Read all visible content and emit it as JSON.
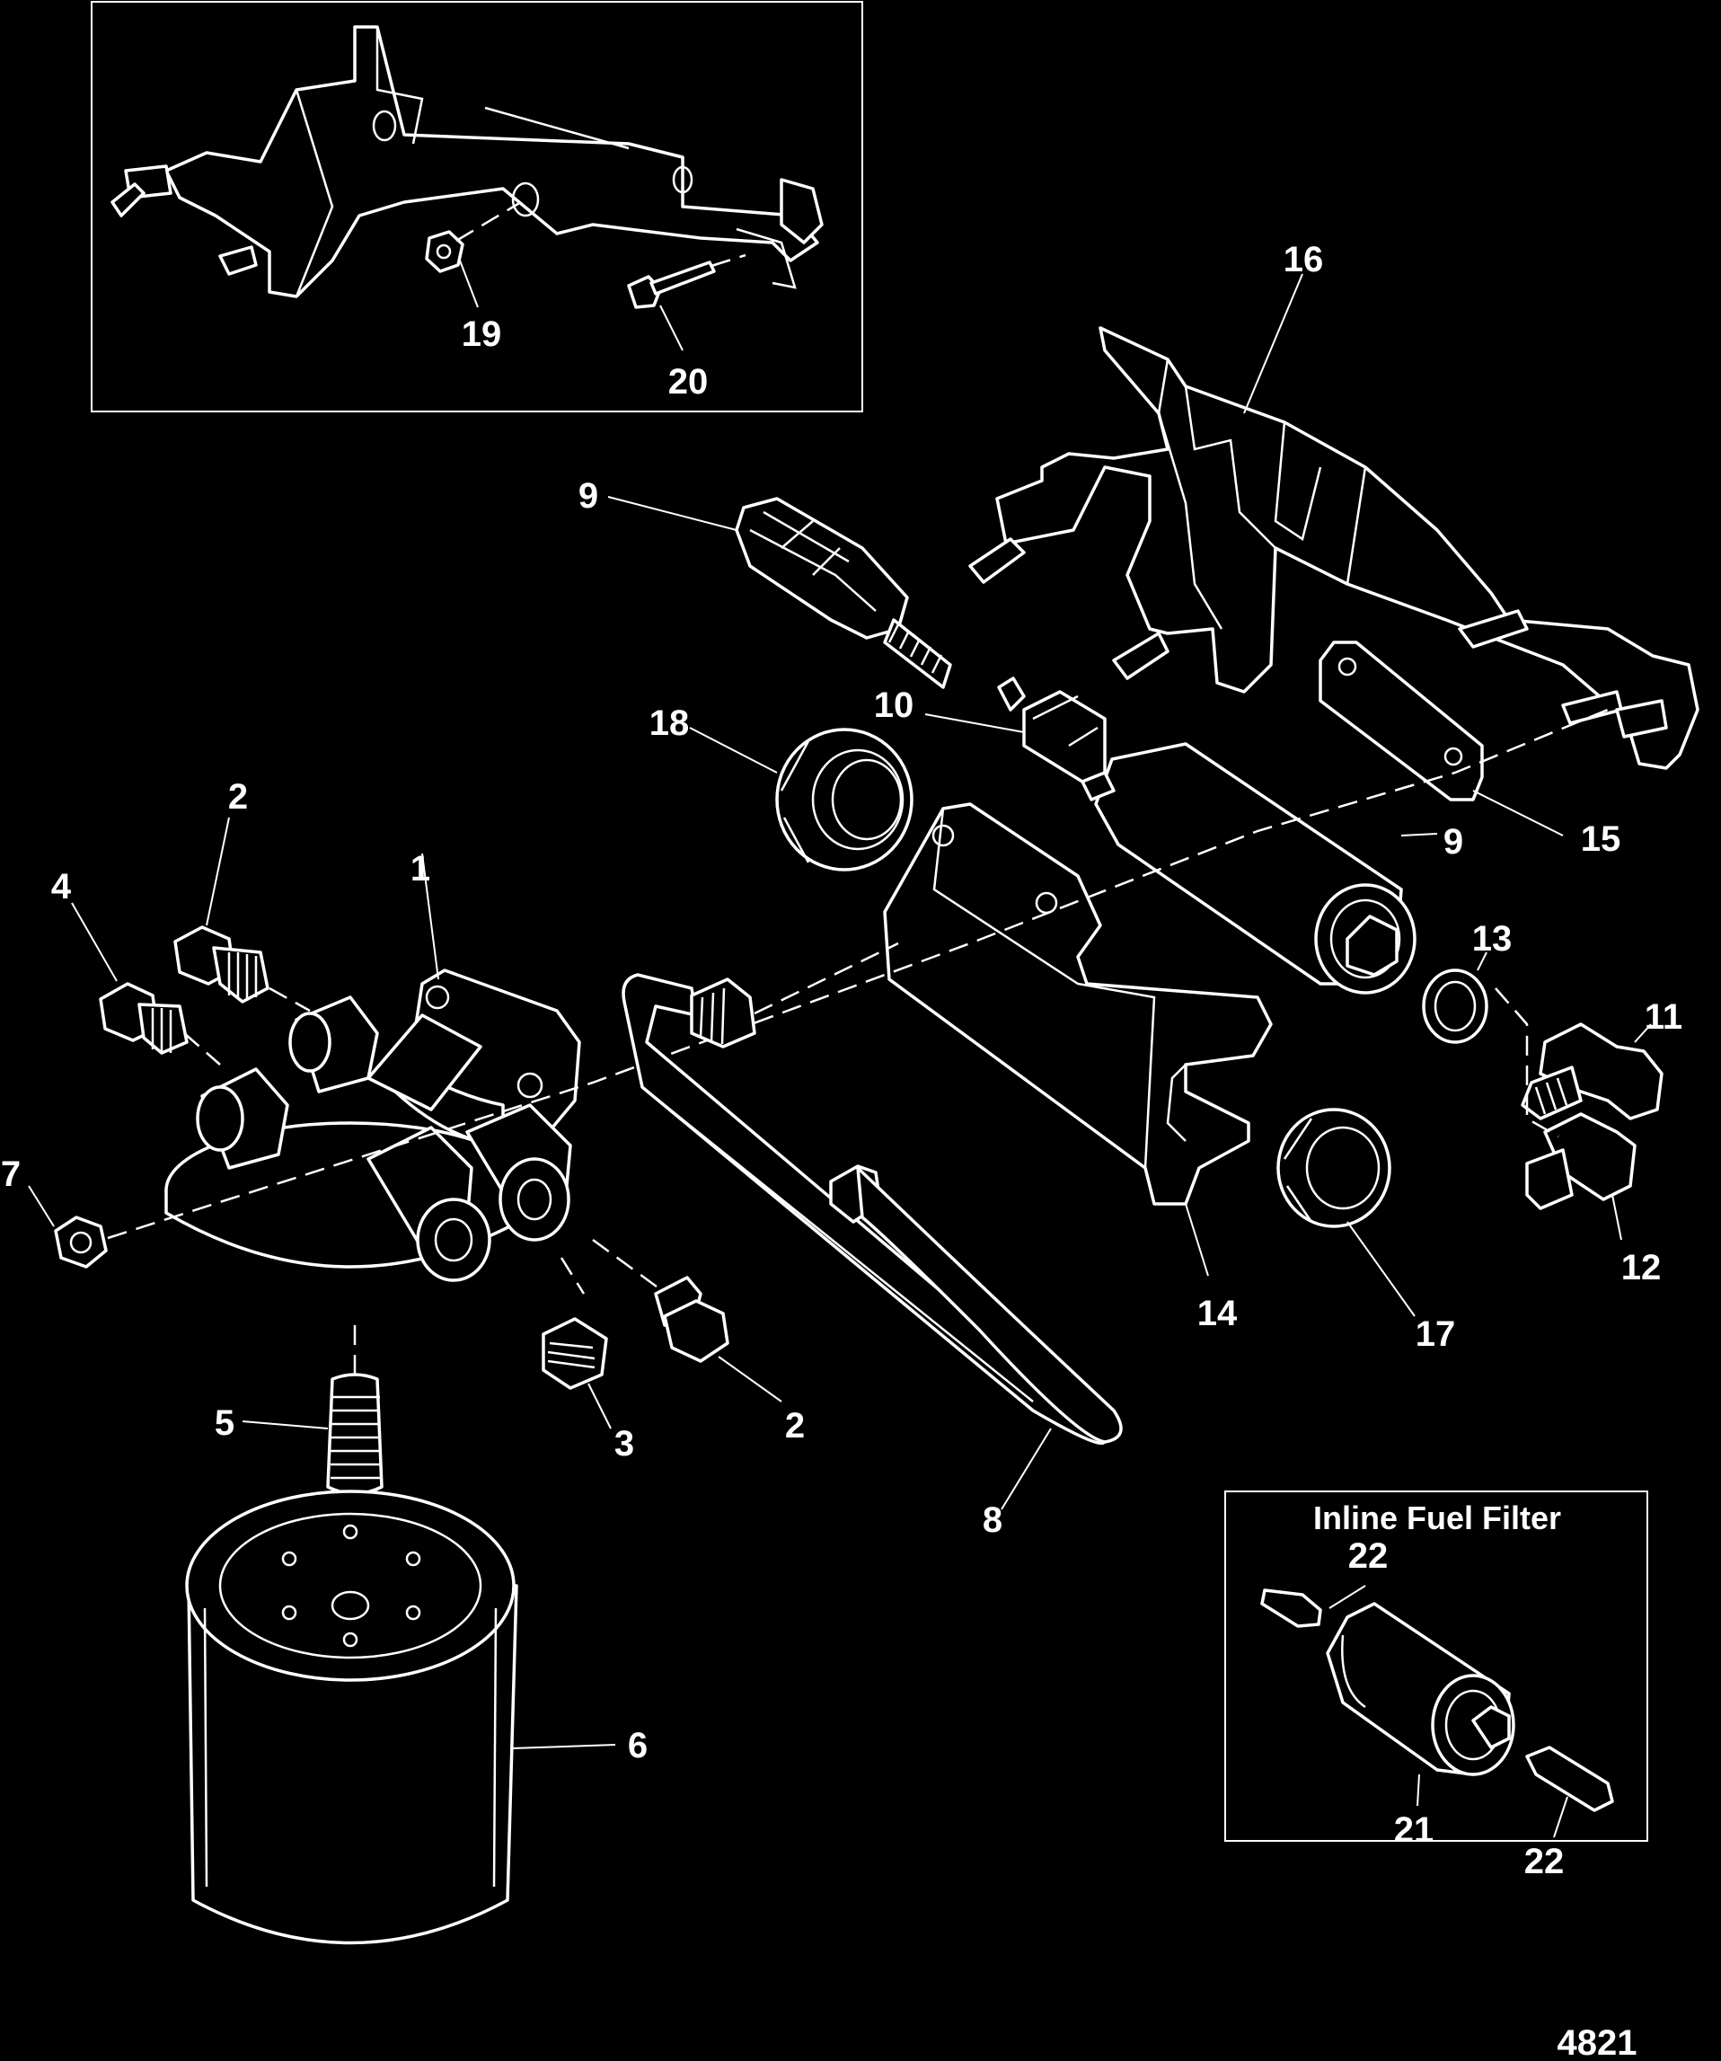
{
  "inset_title": "Inline Fuel Filter",
  "drawing_number": "4821",
  "callouts": [
    {
      "id": "c1",
      "text": "1"
    },
    {
      "id": "c2a",
      "text": "2"
    },
    {
      "id": "c2b",
      "text": "2"
    },
    {
      "id": "c3",
      "text": "3"
    },
    {
      "id": "c4",
      "text": "4"
    },
    {
      "id": "c5",
      "text": "5"
    },
    {
      "id": "c6",
      "text": "6"
    },
    {
      "id": "c7",
      "text": "7"
    },
    {
      "id": "c8",
      "text": "8"
    },
    {
      "id": "c9a",
      "text": "9"
    },
    {
      "id": "c9b",
      "text": "9"
    },
    {
      "id": "c10",
      "text": "10"
    },
    {
      "id": "c11",
      "text": "11"
    },
    {
      "id": "c12",
      "text": "12"
    },
    {
      "id": "c13",
      "text": "13"
    },
    {
      "id": "c14",
      "text": "14"
    },
    {
      "id": "c15",
      "text": "15"
    },
    {
      "id": "c16",
      "text": "16"
    },
    {
      "id": "c17",
      "text": "17"
    },
    {
      "id": "c18",
      "text": "18"
    },
    {
      "id": "c19",
      "text": "19"
    },
    {
      "id": "c20",
      "text": "20"
    },
    {
      "id": "c21",
      "text": "21"
    },
    {
      "id": "c22a",
      "text": "22"
    },
    {
      "id": "c22b",
      "text": "22"
    }
  ]
}
